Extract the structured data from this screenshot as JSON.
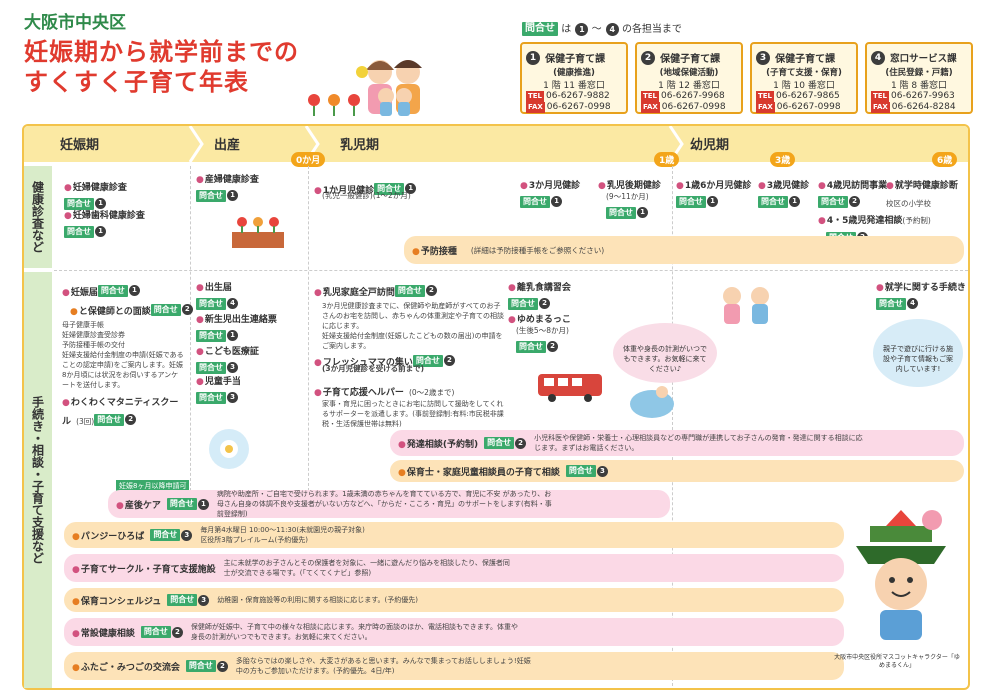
{
  "header": {
    "ward": "大阪市中央区",
    "title_line1": "妊娠期から就学前までの",
    "title_line2": "すくすく子育て年表",
    "contact_intro_tag": "問合せ",
    "contact_intro_text": "は",
    "contact_intro_range_start": "1",
    "contact_intro_range_sep": "〜",
    "contact_intro_range_end": "4",
    "contact_intro_suffix": "の各担当まで"
  },
  "contacts": [
    {
      "num": "1",
      "name": "保健子育て課",
      "sub": "(健康推進)",
      "floor": "1 階 11 番窓口",
      "tel_label": "TEL",
      "tel": "06-6267-9882",
      "fax_label": "FAX",
      "fax": "06-6267-0998"
    },
    {
      "num": "2",
      "name": "保健子育て課",
      "sub": "(地域保健活動)",
      "floor": "1 階 12 番窓口",
      "tel_label": "TEL",
      "tel": "06-6267-9968",
      "fax_label": "FAX",
      "fax": "06-6267-0998"
    },
    {
      "num": "3",
      "name": "保健子育て課",
      "sub": "(子育て支援・保育)",
      "floor": "1 階 10 番窓口",
      "tel_label": "TEL",
      "tel": "06-6267-9865",
      "fax_label": "FAX",
      "fax": "06-6267-0998"
    },
    {
      "num": "4",
      "name": "窓口サービス課",
      "sub": "(住民登録・戸籍)",
      "floor": "1 階 8 番窓口",
      "tel_label": "TEL",
      "tel": "06-6267-9963",
      "fax_label": "FAX",
      "fax": "06-6264-8284"
    }
  ],
  "periods": {
    "pregnancy": "妊娠期",
    "birth": "出産",
    "infant": "乳児期",
    "toddler": "幼児期"
  },
  "age_markers": {
    "m0": "0か月",
    "y1": "1歳",
    "y3": "3歳",
    "y6": "6歳"
  },
  "rows": {
    "health": "健康診査など",
    "support": "手続き・相談・子育て支援など"
  },
  "tag": "問合せ",
  "health": {
    "maternal_checkup": "妊婦健康診査",
    "maternal_dental": "妊婦歯科健康診査",
    "postpartum_checkup": "産婦健康診査",
    "one_month": "1か月児健診",
    "one_month_note": "(乳児一般健診)(1〜2か月)",
    "three_month": "3か月児健診",
    "late_infant": "乳児後期健診",
    "late_infant_note": "(9〜11か月)",
    "one_half": "1歳6か月児健診",
    "three_year": "3歳児健診",
    "four_year_visit": "4歳児訪問事業",
    "school_checkup": "就学時健康診断",
    "school_checkup_note": "校区の小学校",
    "dev_consult": "4・5歳児発達相談",
    "dev_consult_note": "(予約制)",
    "vaccination": "予防接種",
    "vaccination_note": "(詳細は予防接種手帳をご参照ください)"
  },
  "support": {
    "pregnancy_notice": "妊娠届",
    "pregnancy_interview": "と保健師との面談",
    "pregnancy_bullets": [
      "母子健康手帳",
      "妊婦健康診査受診券",
      "予防接種手帳の交付",
      "妊婦支援給付金制度の申請(妊娠であることの認定申請)をご案内します。妊娠8か月頃には状況をお伺いするアンケートを送付します。"
    ],
    "maternity_school": "わくわくマタニティスクール",
    "maternity_school_note": "(3回)",
    "birth_notice": "出生届",
    "low_weight": "新生児出生連絡票",
    "medical": "こども医療証",
    "child_allowance": "児童手当",
    "home_visit": "乳児家庭全戸訪問",
    "home_visit_bullets": [
      "3か月児健康診査までに、保健師や助産師がすべてのお子さんのお宅を訪問し、赤ちゃんの体重測定や子育ての相談に応じます。",
      "妊婦支援給付金制度(妊娠したこどもの数の届出)の申請をご案内します。"
    ],
    "fresh_mama": "フレッシュママの集い",
    "fresh_mama_note": "(3か月児健診を受ける前まで)",
    "helper": "子育て応援ヘルパー",
    "helper_note": "(0〜2歳まで)",
    "helper_bullets": [
      "家事・育児に困ったときにお宅に訪問して援助をしてくれるサポーターを派遣します。(事前登録制:有料:市民税非課税・生活保護世帯は無料)"
    ],
    "weaning": "離乳食講習会",
    "yumemaru": "ゆめまるっこ",
    "yumemaru_note": "(生後5〜8か月)",
    "weight_bubble": "体重や身長の計測がいつでもできます。お気軽に来てください♪",
    "school_proc": "就学に関する手続き",
    "school_bubble": "親子で遊びに行ける施設や子育て情報もご案内しています!",
    "dev_consult2": "発達相談(予約制)",
    "dev_consult2_note": "小児科医や保健師・栄養士・心理相談員などの専門職が連携してお子さんの発育・発達に関する相談に応じます。まずはお電話ください。",
    "nursery_consult": "保育士・家庭児童相談員の子育て相談",
    "postpartum_tag": "妊娠8ヶ月以降申請可",
    "postpartum_care": "産後ケア",
    "postpartum_care_note": "病院や助産所・ご自宅で受けられます。1歳未満の赤ちゃんを育てている方で、育児に不安 があったり、お母さん自身の体調不良や支援者がいない方などへ、「からだ・こころ・育児」のサポートをします(有料・事前登録制)",
    "pansy": "パンジーひろば",
    "pansy_notes": [
      "毎月第4水曜日 10:00〜11:30(未就園児の親子対象)",
      "区役所3階プレイルーム(予約優先)"
    ],
    "circle": "子育てサークル・子育て支援施設",
    "circle_note": "主に未就学のお子さんとその保護者を対象に、一緒に遊んだり悩みを相談したり、保護者同士が交流できる場です。(「てくてくナビ」参照)",
    "concierge": "保育コンシェルジュ",
    "concierge_note": "幼稚園・保育施設等の利用に関する相談に応じます。(予約優先)",
    "health_consult": "常設健康相談",
    "health_consult_note": "保健師が妊娠中、子育て中の様々な相談に応じます。来庁時の面談のほか、電話相談もできます。体重や身長の計測がいつでもできます。お気軽に来てください。",
    "twins": "ふたご・みつごの交流会",
    "twins_note": "多胎ならではの楽しさや、大変さがあると思います。みんなで集まってお話ししましょう!妊娠中の方もご参加いただけます。(予約優先。4日/年)"
  },
  "mascot_caption": "大阪市中央区役所マスコットキャラクター「ゆめまるくん」",
  "colors": {
    "title_red": "#e03a2e",
    "ward_green": "#2f8a4a",
    "row_green": "#8fc27a",
    "header_yellow": "#fbe9a3",
    "frame_yellow": "#f3c34a"
  }
}
